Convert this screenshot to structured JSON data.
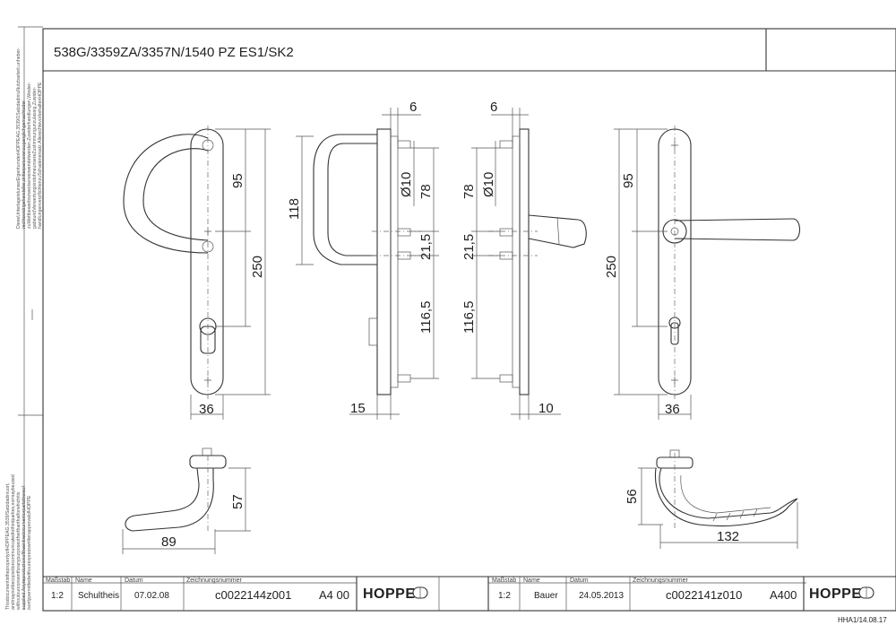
{
  "header": {
    "title": "538G/3359ZA/3357N/1540 PZ ES1/SK2"
  },
  "dimensions": {
    "front_left": {
      "height_upper": "95",
      "height_total": "250",
      "width": "36"
    },
    "side_left": {
      "height": "118",
      "thickness": "6",
      "bolt_dia": "Ø10",
      "offset_upper": "78",
      "offset_mid": "21,5",
      "offset_lower": "116,5",
      "depth": "15"
    },
    "side_right": {
      "thickness": "6",
      "bolt_dia": "Ø10",
      "offset_upper": "78",
      "offset_mid": "21,5",
      "offset_lower": "116,5",
      "depth": "10"
    },
    "front_right": {
      "height_upper": "95",
      "height_total": "250",
      "width": "36"
    },
    "handle_left": {
      "height": "57",
      "length": "89"
    },
    "handle_right": {
      "height": "56",
      "length": "132"
    }
  },
  "side_notes": {
    "upper": [
      "DieseUnterlageistunserEigentumderHOPPEAG.3539/1SatzdadiniuNutzbarkeit,unheber-",
      "rechtswidrigehersteller,dritterpersonenzuganglichgemachtoder",
      "zuWettbewerbszweckenverwendetwerden.Zuwiderhandlungen,Wieder-",
      "gabeundVerwertungsindohneunsereZustimmungunzulassig,Zuwider-",
      "handlungenverpflichtenzuSchadenersatz.AllerechtevorbehaltenHOPPE"
    ],
    "lower": [
      "ThisdocumentisthepropertyofHOPPEAG.3539/Satzdadiniuort,",
      "andmaynotbecopiedorcommunicatedtothirdparties,normaybeused",
      "withoutourconsentforanypurposeotherthanthatforwhichitis",
      "supplied.Anyreproductionoftheentiredocumentorpartsthereof",
      "isonlypermittedwithourexpresswrittenapprovalofHOPPE"
    ]
  },
  "title_block_left": {
    "labels": {
      "scale": "Maßstab",
      "name": "Name",
      "date": "Datum",
      "drawing_number": "Zeichnungsnummer"
    },
    "scale": "1:2",
    "name": "Schultheis",
    "date": "07.02.08",
    "drawing_number": "c0022144z001",
    "format": "A4 00",
    "logo": "HOPPE"
  },
  "title_block_right": {
    "labels": {
      "scale": "Maßstab",
      "name": "Name",
      "date": "Datum",
      "drawing_number": "Zeichnungsnummer"
    },
    "scale": "1:2",
    "name": "Bauer",
    "date": "24.05.2013",
    "drawing_number": "c0022141z010",
    "format": "A400",
    "logo": "HOPPE"
  },
  "footer": {
    "revision": "HHA1/14.08.17"
  }
}
